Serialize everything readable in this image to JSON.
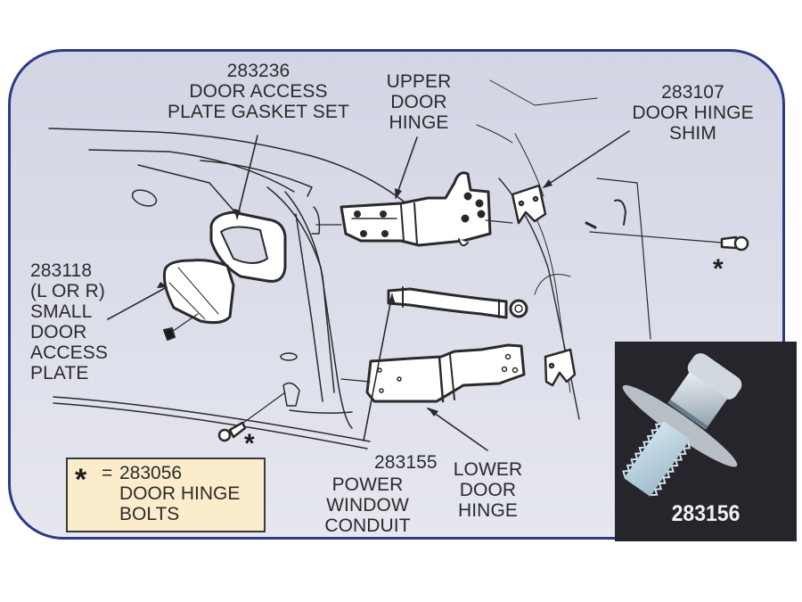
{
  "diagram": {
    "title": "Door Hinge Parts Exploded View",
    "colors": {
      "panel_border": "#2e3a86",
      "panel_bg": "#d8dae8",
      "legend_bg": "#fbeccb",
      "photo_bg": "#25252b",
      "text": "#2b2b2b"
    },
    "callouts": {
      "gasket": {
        "part_no": "283236",
        "lines": [
          "DOOR ACCESS",
          "PLATE GASKET SET"
        ]
      },
      "upper_hinge": {
        "lines": [
          "UPPER",
          "DOOR",
          "HINGE"
        ]
      },
      "shim": {
        "part_no": "283107",
        "lines": [
          "DOOR HINGE",
          "SHIM"
        ]
      },
      "access_plate": {
        "part_no": "283118",
        "lines": [
          "(L OR R)",
          "SMALL",
          "DOOR",
          "ACCESS",
          "PLATE"
        ]
      },
      "conduit": {
        "part_no": "283155",
        "lines": [
          "POWER",
          "WINDOW",
          "CONDUIT"
        ]
      },
      "lower_hinge": {
        "lines": [
          "LOWER",
          "DOOR",
          "HINGE"
        ]
      }
    },
    "bolt_marker": "*",
    "legend": {
      "symbol": "*",
      "equals": "=",
      "part_no": "283056",
      "lines": [
        "DOOR HINGE",
        "BOLTS"
      ]
    },
    "photo_inset": {
      "part_no": "283156",
      "icon": "hinge-pin-bolt-photo"
    }
  }
}
